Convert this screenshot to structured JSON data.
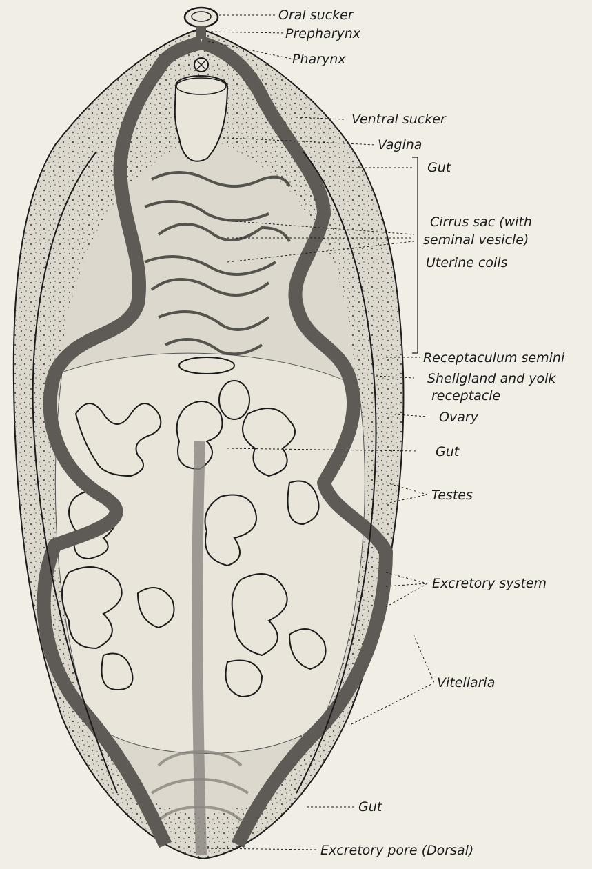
{
  "colors": {
    "paper": "#f1eee6",
    "ink": "#1b1b1b",
    "body_fill": "#dcd8cd",
    "gut": "#5e5b57",
    "lobe_fill": "#e9e5db"
  },
  "labels": {
    "oral_sucker": "Oral sucker",
    "prepharynx": "Prepharynx",
    "pharynx": "Pharynx",
    "ventral_sucker": "Ventral sucker",
    "vagina": "Vagina",
    "gut_upper": "Gut",
    "cirrus_sac_line1": "Cirrus sac (with",
    "cirrus_sac_line2": "seminal vesicle)",
    "uterine_coils": "Uterine coils",
    "receptaculum": "Receptaculum semini",
    "shellgland_line1": "Shellgland and yolk",
    "shellgland_line2": "receptacle",
    "ovary": "Ovary",
    "gut_middle": "Gut",
    "testes": "Testes",
    "excretory_system": "Excretory system",
    "vitellaria": "Vitellaria",
    "gut_lower": "Gut",
    "excretory_pore": "Excretory pore (Dorsal)"
  }
}
